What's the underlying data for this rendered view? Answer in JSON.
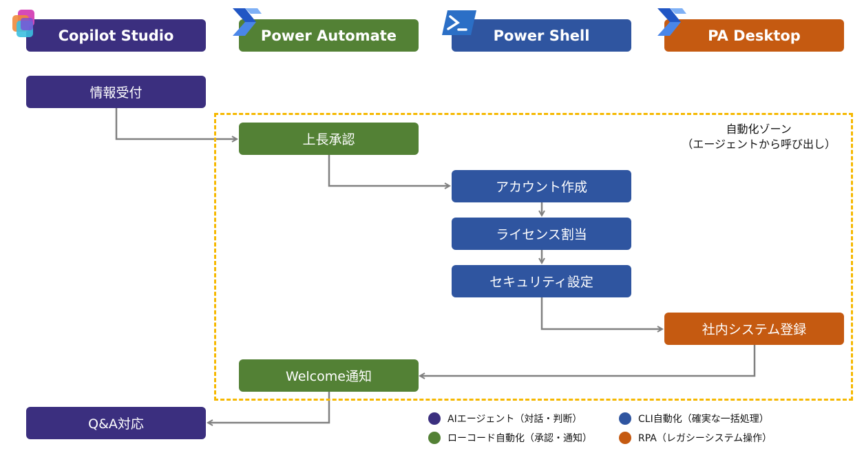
{
  "headers": {
    "copilot": "Copilot Studio",
    "automate": "Power Automate",
    "shell": "Power Shell",
    "desktop": "PA Desktop"
  },
  "zone": {
    "title": "自動化ゾーン",
    "subtitle": "（エージェントから呼び出し）"
  },
  "steps": {
    "intake": "情報受付",
    "approval": "上長承認",
    "account": "アカウント作成",
    "license": "ライセンス割当",
    "security": "セキュリティ設定",
    "internal": "社内システム登録",
    "welcome": "Welcome通知",
    "qa": "Q&A対応"
  },
  "legend": {
    "ai": "AIエージェント（対話・判断）",
    "lowcode": "ローコード自動化（承認・通知）",
    "cli": "CLI自動化（確実な一括処理）",
    "rpa": "RPA（レガシーシステム操作）"
  },
  "colors": {
    "ai": "#3b2f7f",
    "lowcode": "#538135",
    "cli": "#2f55a0",
    "rpa": "#c55a11",
    "zone_border": "#f6b800",
    "connector": "#808080"
  },
  "icons": [
    "copilot-studio-icon",
    "power-automate-icon",
    "powershell-icon",
    "pa-desktop-icon"
  ]
}
